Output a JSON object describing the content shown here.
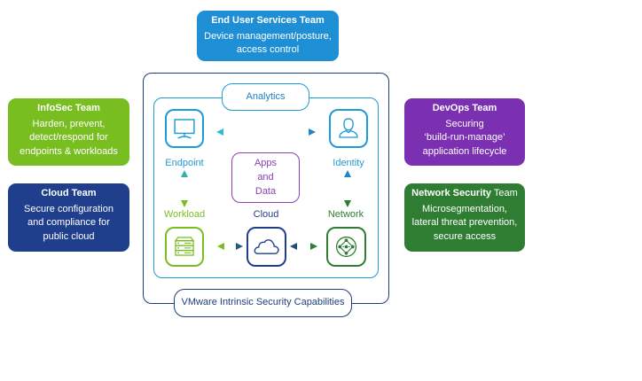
{
  "teams": {
    "end_user": {
      "title": "End User Services Team",
      "desc_lines": [
        "Device management/posture,",
        "access control"
      ],
      "color": "#1E8FD5"
    },
    "infosec": {
      "title": "InfoSec Team",
      "desc_lines": [
        "Harden, prevent,",
        "detect/respond for",
        "endpoints & workloads"
      ],
      "color": "#78BE20"
    },
    "cloud": {
      "title": "Cloud Team",
      "desc_lines": [
        "Secure configuration",
        "and compliance for",
        "public cloud"
      ],
      "color": "#1F3E8C"
    },
    "devops": {
      "title": "DevOps Team",
      "desc_lines": [
        "Securing",
        "‘build-run-manage’",
        "application lifecycle"
      ],
      "color": "#7B2FB1"
    },
    "netsec": {
      "title_bold": "Network Security",
      "title_rest": " Team",
      "desc_lines": [
        "Microsegmentation,",
        "lateral threat prevention,",
        "secure access"
      ],
      "color": "#2F7D32"
    }
  },
  "core": {
    "analytics_label": "Analytics",
    "footer_label": "VMware Intrinsic Security Capabilities",
    "center_label_lines": [
      "Apps",
      "and",
      "Data"
    ],
    "nodes": {
      "endpoint": {
        "label": "Endpoint",
        "icon": "monitor-icon",
        "color": "#1F9AD6"
      },
      "identity": {
        "label": "Identity",
        "icon": "user-icon",
        "color": "#1F9AD6"
      },
      "workload": {
        "label": "Workload",
        "icon": "server-icon",
        "color": "#78BE20"
      },
      "cloud": {
        "label": "Cloud",
        "icon": "cloud-icon",
        "color": "#1F3E8C"
      },
      "network": {
        "label": "Network",
        "icon": "network-icon",
        "color": "#2F7D32"
      }
    },
    "colors": {
      "outer_frame": "#1D3E7A",
      "inner_frame": "#1F9AD6",
      "apps_data": "#8A3FB8"
    }
  }
}
